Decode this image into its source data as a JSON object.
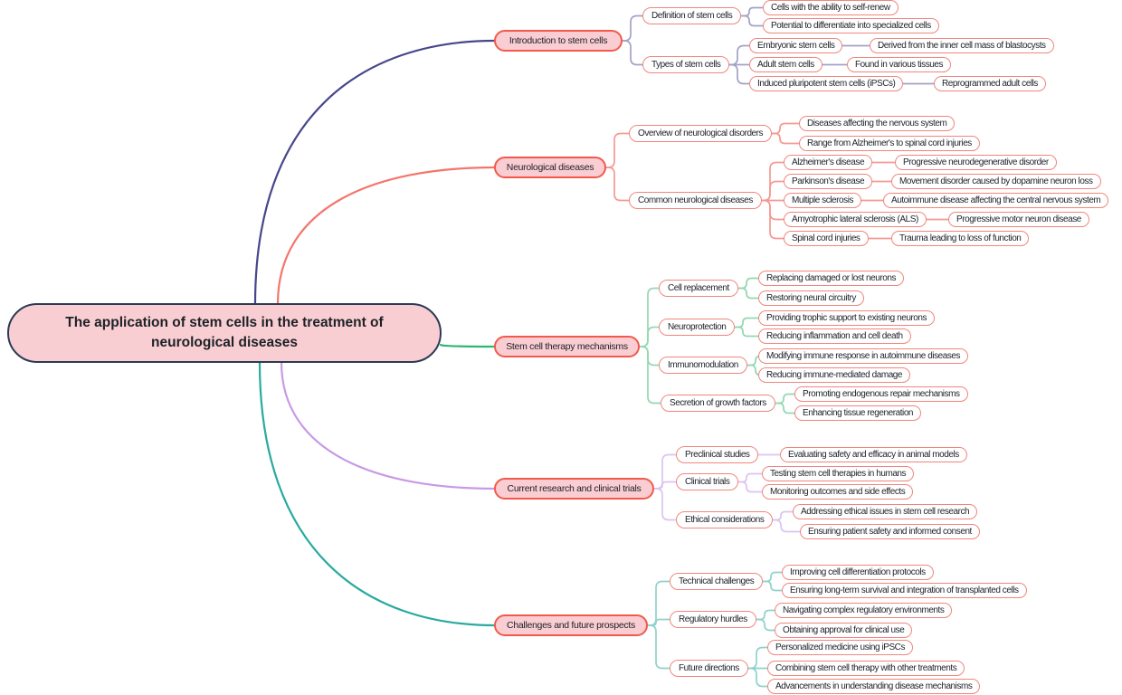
{
  "root": {
    "label": "The application of stem cells in the treatment of neurological diseases"
  },
  "palette": {
    "background": "#ffffff",
    "text": "#1d2128",
    "central_fill": "#f8ced2",
    "central_border": "#2c3a55",
    "branch_fill": "#f9cdd1",
    "branch_border": "#f2594c",
    "leaf_border": "#f0867d"
  },
  "branches": [
    {
      "label": "Introduction to stem cells",
      "color": "#46468c",
      "link_color": "#a2a2c8",
      "children": [
        {
          "label": "Definition of stem cells",
          "children": [
            {
              "label": "Cells with the ability to self-renew"
            },
            {
              "label": "Potential to differentiate into specialized cells"
            }
          ]
        },
        {
          "label": "Types of stem cells",
          "children": [
            {
              "label": "Embryonic stem cells",
              "children": [
                {
                  "label": "Derived from the inner cell mass of blastocysts"
                }
              ]
            },
            {
              "label": "Adult stem cells",
              "children": [
                {
                  "label": "Found in various tissues"
                }
              ]
            },
            {
              "label": "Induced pluripotent stem cells (iPSCs)",
              "children": [
                {
                  "label": "Reprogrammed adult cells"
                }
              ]
            }
          ]
        }
      ]
    },
    {
      "label": "Neurological diseases",
      "color": "#f4756c",
      "link_color": "#f59a92",
      "children": [
        {
          "label": "Overview of neurological disorders",
          "children": [
            {
              "label": "Diseases affecting the nervous system"
            },
            {
              "label": "Range from Alzheimer's to spinal cord injuries"
            }
          ]
        },
        {
          "label": "Common neurological diseases",
          "children": [
            {
              "label": "Alzheimer's disease",
              "children": [
                {
                  "label": "Progressive neurodegenerative disorder"
                }
              ]
            },
            {
              "label": "Parkinson's disease",
              "children": [
                {
                  "label": "Movement disorder caused by dopamine neuron loss"
                }
              ]
            },
            {
              "label": "Multiple sclerosis",
              "children": [
                {
                  "label": "Autoimmune disease affecting the central nervous system"
                }
              ]
            },
            {
              "label": "Amyotrophic lateral sclerosis (ALS)",
              "children": [
                {
                  "label": "Progressive motor neuron disease"
                }
              ]
            },
            {
              "label": "Spinal cord injuries",
              "children": [
                {
                  "label": "Trauma leading to loss of function"
                }
              ]
            }
          ]
        }
      ]
    },
    {
      "label": "Stem cell therapy mechanisms",
      "color": "#2fb673",
      "link_color": "#92d8b1",
      "children": [
        {
          "label": "Cell replacement",
          "children": [
            {
              "label": "Replacing damaged or lost neurons"
            },
            {
              "label": "Restoring neural circuitry"
            }
          ]
        },
        {
          "label": "Neuroprotection",
          "children": [
            {
              "label": "Providing trophic support to existing neurons"
            },
            {
              "label": "Reducing inflammation and cell death"
            }
          ]
        },
        {
          "label": "Immunomodulation",
          "children": [
            {
              "label": "Modifying immune response in autoimmune diseases"
            },
            {
              "label": "Reducing immune-mediated damage"
            }
          ]
        },
        {
          "label": "Secretion of growth factors",
          "children": [
            {
              "label": "Promoting endogenous repair mechanisms"
            },
            {
              "label": "Enhancing tissue regeneration"
            }
          ]
        }
      ]
    },
    {
      "label": "Current research and clinical trials",
      "color": "#c99ae6",
      "link_color": "#dcc3f2",
      "children": [
        {
          "label": "Preclinical studies",
          "children": [
            {
              "label": "Evaluating safety and efficacy in animal models"
            }
          ]
        },
        {
          "label": "Clinical trials",
          "children": [
            {
              "label": "Testing stem cell therapies in humans"
            },
            {
              "label": "Monitoring outcomes and side effects"
            }
          ]
        },
        {
          "label": "Ethical considerations",
          "children": [
            {
              "label": "Addressing ethical issues in stem cell research"
            },
            {
              "label": "Ensuring patient safety and informed consent"
            }
          ]
        }
      ]
    },
    {
      "label": "Challenges and future prospects",
      "color": "#28aaa0",
      "link_color": "#8fd3cb",
      "children": [
        {
          "label": "Technical challenges",
          "children": [
            {
              "label": "Improving cell differentiation protocols"
            },
            {
              "label": "Ensuring long-term survival and integration of transplanted cells"
            }
          ]
        },
        {
          "label": "Regulatory hurdles",
          "children": [
            {
              "label": "Navigating complex regulatory environments"
            },
            {
              "label": "Obtaining approval for clinical use"
            }
          ]
        },
        {
          "label": "Future directions",
          "children": [
            {
              "label": "Personalized medicine using iPSCs"
            },
            {
              "label": "Combining stem cell therapy with other treatments"
            },
            {
              "label": "Advancements in understanding disease mechanisms"
            }
          ]
        }
      ]
    }
  ]
}
